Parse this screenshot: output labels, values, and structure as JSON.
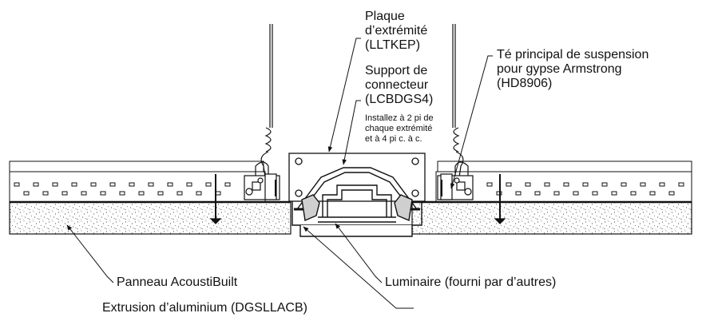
{
  "labels": {
    "end_plate": {
      "line1": "Plaque",
      "line2": "d’extrémité",
      "line3": "(LLTKEP)"
    },
    "connector_bracket": {
      "line1": "Support de",
      "line2": "connecteur",
      "line3": "(LCBDGS4)"
    },
    "install_note": {
      "line1": "Installez à 2 pi de",
      "line2": "chaque extrémité",
      "line3": "et à 4 pi c. à c."
    },
    "main_tee": {
      "line1": "Té principal de suspension",
      "line2": "pour gypse Armstrong",
      "line3": "(HD8906)"
    },
    "panel": "Panneau AcoustiBuilt",
    "luminaire": "Luminaire (fourni par d’autres)",
    "extrusion": "Extrusion d’aluminium (DGSLLACB)"
  }
}
